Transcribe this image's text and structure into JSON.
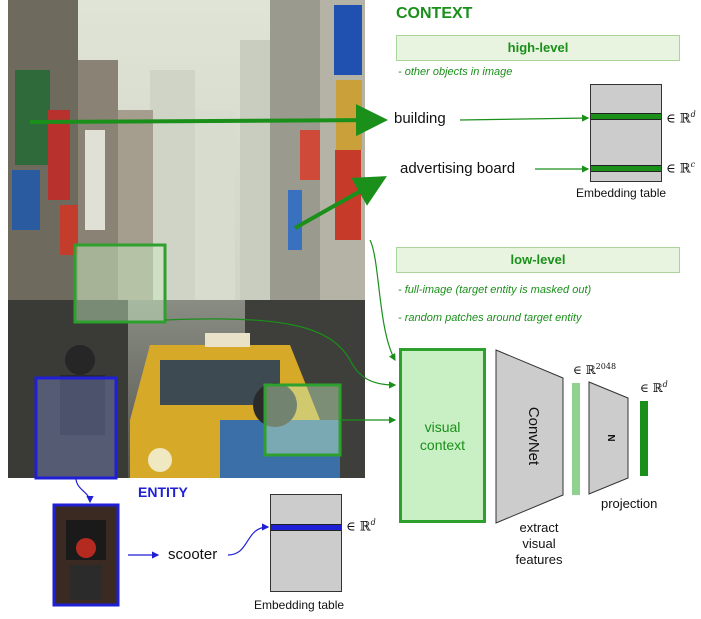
{
  "context": {
    "title": "CONTEXT",
    "high_level": {
      "header": "high-level",
      "note": "- other objects in image",
      "label_1": "building",
      "label_2": "advertising board",
      "member_1": "∈ ℝ",
      "member_1_sup": "d",
      "member_2": "∈ ℝ",
      "member_2_sup": "c",
      "table_caption": "Embedding table"
    },
    "low_level": {
      "header": "low-level",
      "note_1": "- full-image (target entity is masked out)",
      "note_2": "- random patches around target entity"
    }
  },
  "pipeline": {
    "visual_context": "visual\ncontext",
    "convnet": "ConvNet",
    "feature_dim": "∈ ℝ",
    "feature_dim_sup": "2048",
    "n_label": "N",
    "projection_dim": "∈ ℝ",
    "projection_dim_sup": "d",
    "projection": "projection",
    "extract": "extract\nvisual\nfeatures"
  },
  "entity": {
    "title": "ENTITY",
    "label": "scooter",
    "member": "∈ ℝ",
    "member_sup": "d",
    "table_caption": "Embedding table"
  },
  "colors": {
    "green": "#1a8f1a",
    "green_light": "#8fd18f",
    "blue": "#1f1fd6",
    "gray": "#cccccc",
    "header_bg": "#e9f4e0"
  }
}
